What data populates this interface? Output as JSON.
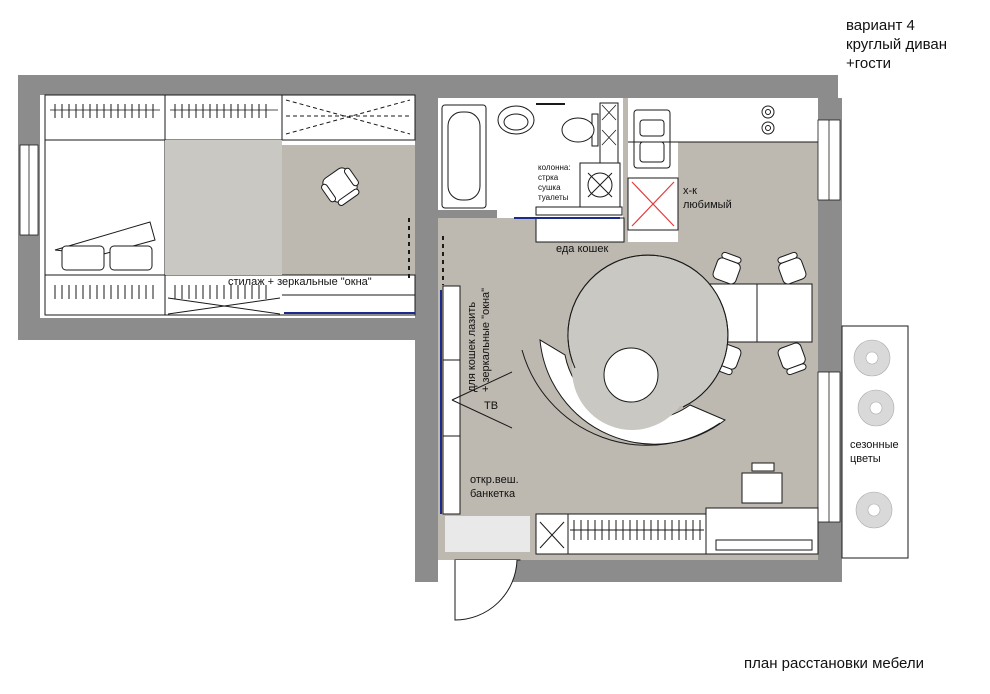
{
  "title": {
    "line1": "вариант 4",
    "line2": "круглый диван",
    "line3": "+гости"
  },
  "footer": "план расстановки мебели",
  "labels": {
    "shelving": "стилаж + зеркальные \"окна\"",
    "column_title": "колонна:",
    "column_items": [
      "стрка",
      "сушка",
      "туалеты"
    ],
    "cat_food": "еда кошек",
    "fridge_line1": "х-к",
    "fridge_line2": "любимый",
    "cat_climb_line1": "для кошек лазить",
    "cat_climb_line2": "+ зеркальные \"окна\"",
    "tv": "ТВ",
    "hanger_line1": "откр.веш.",
    "hanger_line2": "банкетка",
    "flowers_line1": "сезонные",
    "flowers_line2": "цветы"
  },
  "colors": {
    "wall": "#8c8c8c",
    "floor": "#bdb8b0",
    "bed_area": "#c9c8c3",
    "furniture": "#ffffff",
    "line": "#1a1a1a",
    "mirror": "#1c2a8c",
    "fridge_x": "#e23b3b",
    "flower": "#d9d9d9"
  }
}
